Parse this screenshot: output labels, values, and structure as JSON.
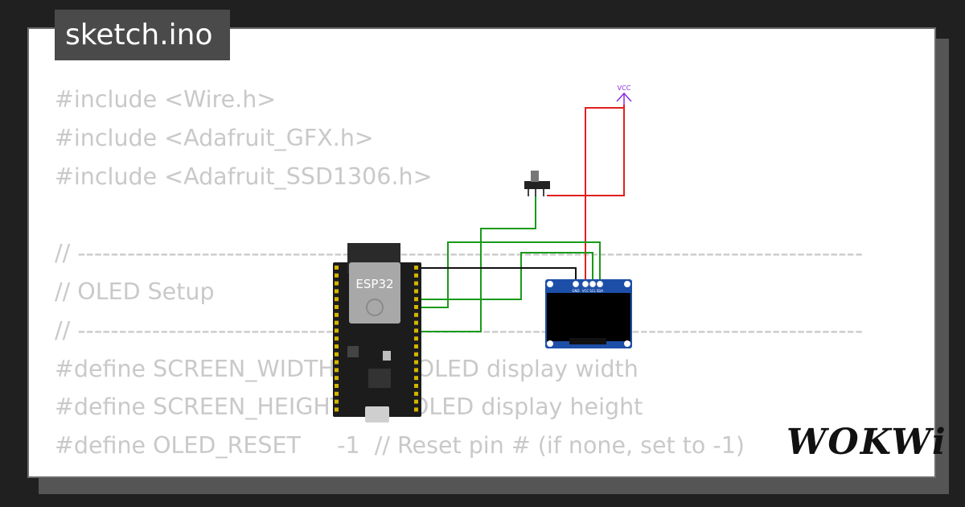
{
  "tab": {
    "title": "sketch.ino"
  },
  "code_lines": [
    "#include <Wire.h>",
    "#include <Adafruit_GFX.h>",
    "#include <Adafruit_SSD1306.h>",
    "",
    "// -----------------------------------------------------------------------------------------------",
    "// OLED Setup",
    "// -----------------------------------------------------------------------------------------------",
    "#define SCREEN_WIDTH 128 // OLED display width",
    "#define SCREEN_HEIGHT 64 // OLED display height",
    "#define OLED_RESET     -1  // Reset pin # (if none, set to -1)"
  ],
  "circuit": {
    "board_label": "ESP32",
    "vcc_label": "VCC",
    "oled_pins": [
      "GND",
      "VCC",
      "SCL",
      "SDA"
    ],
    "colors": {
      "power": "#e02020",
      "signal": "#1a9a1a",
      "ground": "#111111",
      "vcc": "#8a2be2"
    }
  },
  "brand": {
    "logo_text": "WOKWi"
  }
}
